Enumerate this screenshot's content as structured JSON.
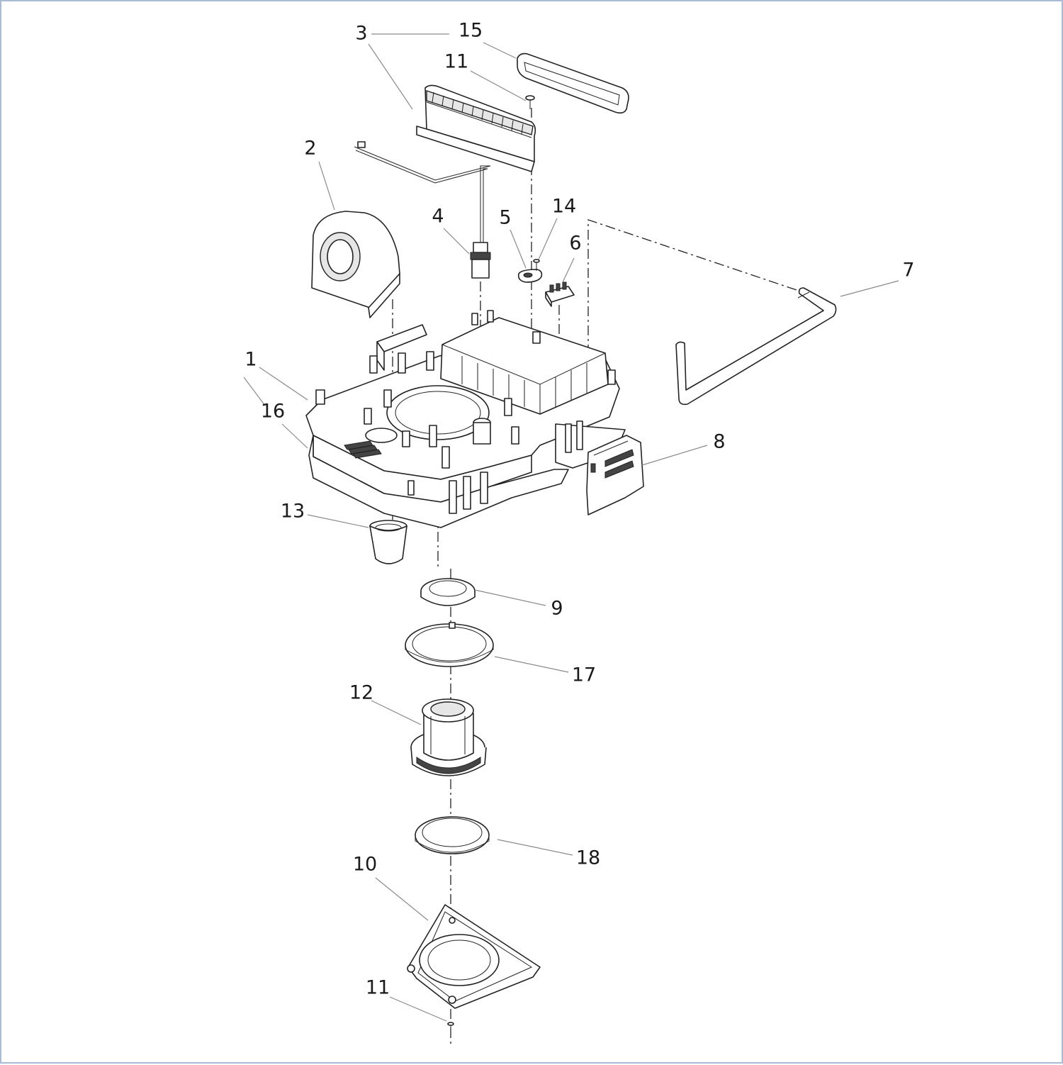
{
  "diagram": {
    "callouts": [
      {
        "id": "1",
        "label": "1"
      },
      {
        "id": "2",
        "label": "2"
      },
      {
        "id": "3",
        "label": "3"
      },
      {
        "id": "4",
        "label": "4"
      },
      {
        "id": "5",
        "label": "5"
      },
      {
        "id": "6",
        "label": "6"
      },
      {
        "id": "7",
        "label": "7"
      },
      {
        "id": "8",
        "label": "8"
      },
      {
        "id": "9",
        "label": "9"
      },
      {
        "id": "10",
        "label": "10"
      },
      {
        "id": "11a",
        "label": "11"
      },
      {
        "id": "11b",
        "label": "11"
      },
      {
        "id": "12",
        "label": "12"
      },
      {
        "id": "13",
        "label": "13"
      },
      {
        "id": "14",
        "label": "14"
      },
      {
        "id": "15",
        "label": "15"
      },
      {
        "id": "16",
        "label": "16"
      },
      {
        "id": "17",
        "label": "17"
      },
      {
        "id": "18",
        "label": "18"
      }
    ]
  },
  "colors": {
    "frame": "#a9bcd6",
    "line": "#222222",
    "leader": "#8a8a8a"
  }
}
